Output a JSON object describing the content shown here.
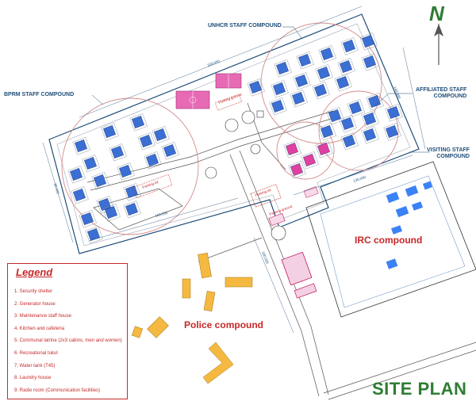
{
  "north": {
    "letter": "N"
  },
  "title": "SITE PLAN",
  "compound_labels": {
    "unhcr": "UNHCR STAFF COMPOUND",
    "bprm": "BPRM STAFF COMPOUND",
    "affiliated_line1": "AFFILIATED STAFF",
    "affiliated_line2": "COMPOUND",
    "visiting_line1": "VISITING STAFF",
    "visiting_line2": "COMPOUND",
    "irc": "IRC compound",
    "police": "Police compound"
  },
  "small_labels": {
    "parking_upper": "Parking ground",
    "parking_left": "Parking lot",
    "parking_center": "Parking lot",
    "parking_lower": "Parking ground"
  },
  "dimensions": {
    "top_edge": "333.600",
    "right_edge": "140.000",
    "left_edge": "80.500",
    "bottom_left": "160.000",
    "bottom_right": "130.000",
    "center_vertical": "180.000"
  },
  "legend": {
    "title": "Legend",
    "items": [
      "1. Security shelter",
      "2. Generator house",
      "3. Maintenance staff house",
      "4. Kitchen and cafeteria",
      "5. Communal latrine (2x3 cabins, men and women)",
      "6. Recreational tukul",
      "7. Water tank (T45)",
      "8. Laundry house",
      "9. Radio room (Communication facilities)"
    ]
  },
  "colors": {
    "boundary": "#1f4e79",
    "road": "#555555",
    "compound_circle": "#d48a8a",
    "house_fill": "#3b6fd4",
    "pink_building": "#e040a0",
    "irc_building": "#3b82f6",
    "police_building": "#f5b942",
    "title_green": "#2e7d32",
    "legend_red": "#c62828"
  }
}
